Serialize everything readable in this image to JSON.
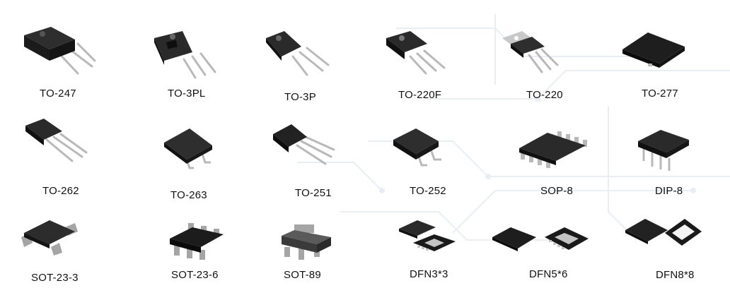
{
  "colors": {
    "body": "#1b1b1b",
    "body_top": "#2e2e2e",
    "metal": "#b9b9b9",
    "metal_dark": "#8a8a8a",
    "background_trace": "#e9eef4"
  },
  "packages": [
    {
      "id": "to-247",
      "label": "TO-247",
      "icon": "to-247-package-icon"
    },
    {
      "id": "to-3pl",
      "label": "TO-3PL",
      "icon": "to-3pl-package-icon"
    },
    {
      "id": "to-3p",
      "label": "TO-3P",
      "icon": "to-3p-package-icon"
    },
    {
      "id": "to-220f",
      "label": "TO-220F",
      "icon": "to-220f-package-icon"
    },
    {
      "id": "to-220",
      "label": "TO-220",
      "icon": "to-220-package-icon"
    },
    {
      "id": "to-277",
      "label": "TO-277",
      "icon": "to-277-package-icon"
    },
    {
      "id": "to-262",
      "label": "TO-262",
      "icon": "to-262-package-icon"
    },
    {
      "id": "to-263",
      "label": "TO-263",
      "icon": "to-263-package-icon"
    },
    {
      "id": "to-251",
      "label": "TO-251",
      "icon": "to-251-package-icon"
    },
    {
      "id": "to-252",
      "label": "TO-252",
      "icon": "to-252-package-icon"
    },
    {
      "id": "sop-8",
      "label": "SOP-8",
      "icon": "sop-8-package-icon"
    },
    {
      "id": "dip-8",
      "label": "DIP-8",
      "icon": "dip-8-package-icon"
    },
    {
      "id": "sot-23-3",
      "label": "SOT-23-3",
      "icon": "sot-23-3-package-icon"
    },
    {
      "id": "sot-23-6",
      "label": "SOT-23-6",
      "icon": "sot-23-6-package-icon"
    },
    {
      "id": "sot-89",
      "label": "SOT-89",
      "icon": "sot-89-package-icon"
    },
    {
      "id": "dfn3x3",
      "label": "DFN3*3",
      "icon": "dfn3x3-package-icon"
    },
    {
      "id": "dfn5x6",
      "label": "DFN5*6",
      "icon": "dfn5x6-package-icon"
    },
    {
      "id": "dfn8x8",
      "label": "DFN8*8",
      "icon": "dfn8x8-package-icon"
    }
  ]
}
